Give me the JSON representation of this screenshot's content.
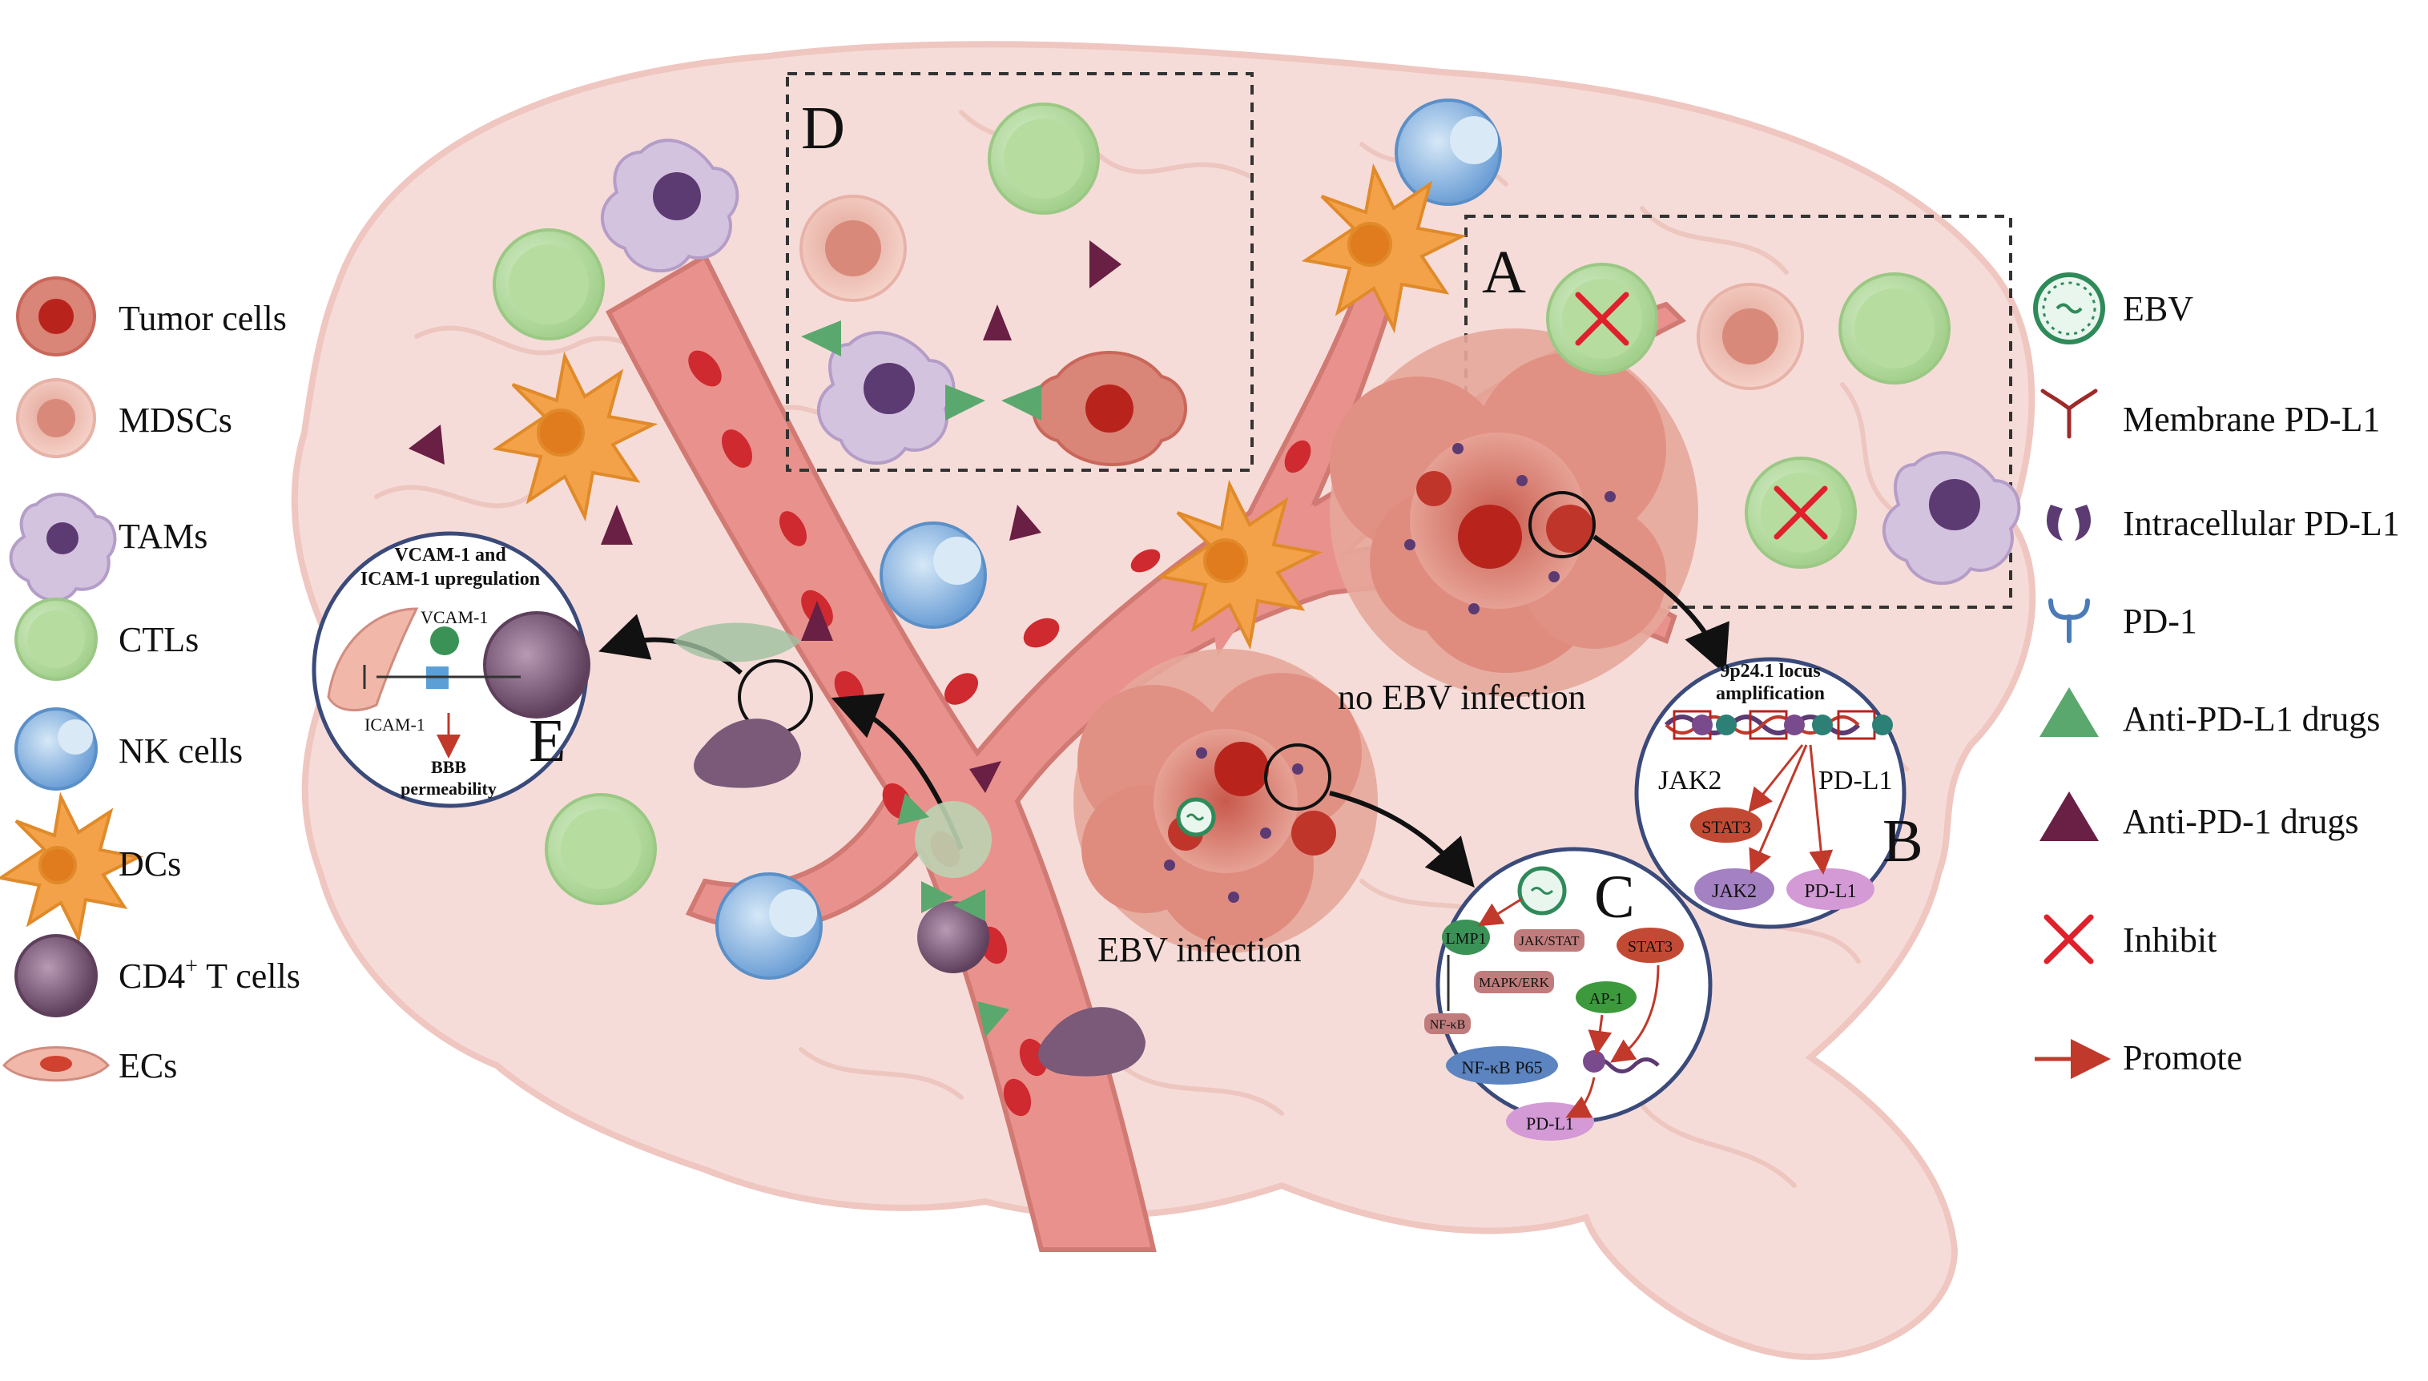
{
  "legend_left": [
    {
      "label": "Tumor cells",
      "icon": "tumor-cell-icon"
    },
    {
      "label": "MDSCs",
      "icon": "mdsc-icon"
    },
    {
      "label": "TAMs",
      "icon": "tam-icon"
    },
    {
      "label": "CTLs",
      "icon": "ctl-icon"
    },
    {
      "label": "NK cells",
      "icon": "nk-cell-icon"
    },
    {
      "label": "DCs",
      "icon": "dc-icon"
    },
    {
      "label": "CD4",
      "sup": "+",
      "label_suffix": " T cells",
      "icon": "cd4-t-cell-icon"
    },
    {
      "label": "ECs",
      "icon": "ec-icon"
    }
  ],
  "legend_right": [
    {
      "label": "EBV",
      "icon": "ebv-icon"
    },
    {
      "label": "Membrane PD-L1",
      "icon": "membrane-pdl1-icon"
    },
    {
      "label": "Intracellular PD-L1",
      "icon": "intracellular-pdl1-icon"
    },
    {
      "label": "PD-1",
      "icon": "pd1-icon"
    },
    {
      "label": "Anti-PD-L1 drugs",
      "icon": "anti-pdl1-drug-icon"
    },
    {
      "label": "Anti-PD-1 drugs",
      "icon": "anti-pd1-drug-icon"
    },
    {
      "label": "Inhibit",
      "icon": "inhibit-icon"
    },
    {
      "label": "Promote",
      "icon": "promote-arrow-icon"
    }
  ],
  "panels": {
    "a": "A",
    "b": "B",
    "c": "C",
    "d": "D",
    "e": "E"
  },
  "labels": {
    "no_ebv": "no EBV infection",
    "ebv": "EBV infection"
  },
  "panel_b": {
    "title_line1": "9p24.1 locus",
    "title_line2": "amplification",
    "jak2": "JAK2",
    "pdl1": "PD-L1",
    "stat3": "STAT3",
    "jak2_blob": "JAK2",
    "pdl1_blob": "PD-L1"
  },
  "panel_c": {
    "lmp1": "LMP1",
    "jak_stat": "JAK/STAT",
    "stat3": "STAT3",
    "mapk_erk": "MAPK/ERK",
    "ap1": "AP-1",
    "nfkb": "NF-κB",
    "nfkb_p65": "NF-κB P65",
    "pdl1": "PD-L1"
  },
  "panel_e": {
    "title_line1": "VCAM-1 and",
    "title_line2": "ICAM-1 upregulation",
    "vcam": "VCAM-1",
    "icam": "ICAM-1",
    "bbb_line1": "BBB",
    "bbb_line2": "permeability"
  },
  "colors": {
    "brain": "#f6dcd8",
    "brain_line": "#edc4be",
    "vessel": "#e9948f",
    "vessel_dark": "#c9605d",
    "rbc": "#d2242e",
    "tumor": "#d98578",
    "tumor_core": "#b8241c",
    "ctl": "#b9dca5",
    "nk": "#8cb6e0",
    "dc": "#f3a24a",
    "tam": "#c9b6d7",
    "cd4": "#7a5a78",
    "drug_green": "#5aa86e",
    "drug_purple": "#6a1f44",
    "inhibit": "#e0202a",
    "promote": "#c0392b",
    "circle_border": "#3a4a7a",
    "box_dash": "#333333"
  }
}
